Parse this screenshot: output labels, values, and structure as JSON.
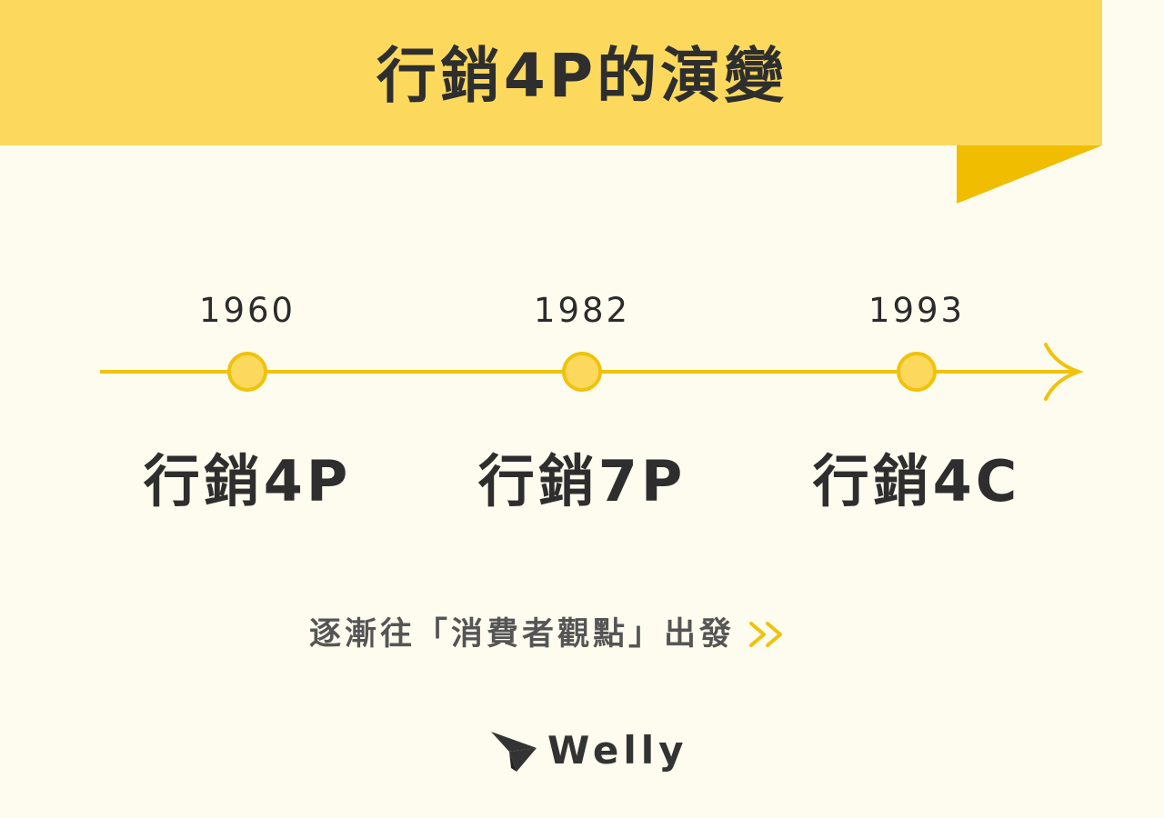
{
  "title": "行銷4P的演變",
  "colors": {
    "background": "#fefcee",
    "banner": "#fcd95c",
    "banner_fold": "#f0bd00",
    "timeline": "#f0c20c",
    "node_fill": "#fcd95c",
    "text_dark": "#2e2e2e",
    "text_gray": "#555555"
  },
  "timeline": {
    "direction": "left-to-right arrow",
    "milestones": [
      {
        "year": "1960",
        "label": "行銷4P"
      },
      {
        "year": "1982",
        "label": "行銷7P"
      },
      {
        "year": "1993",
        "label": "行銷4C"
      }
    ]
  },
  "tagline": {
    "text": "逐漸往「消費者觀點」出發",
    "icon": "double-chevron-right-icon"
  },
  "logo": {
    "icon": "paper-plane-icon",
    "text": "Welly"
  }
}
